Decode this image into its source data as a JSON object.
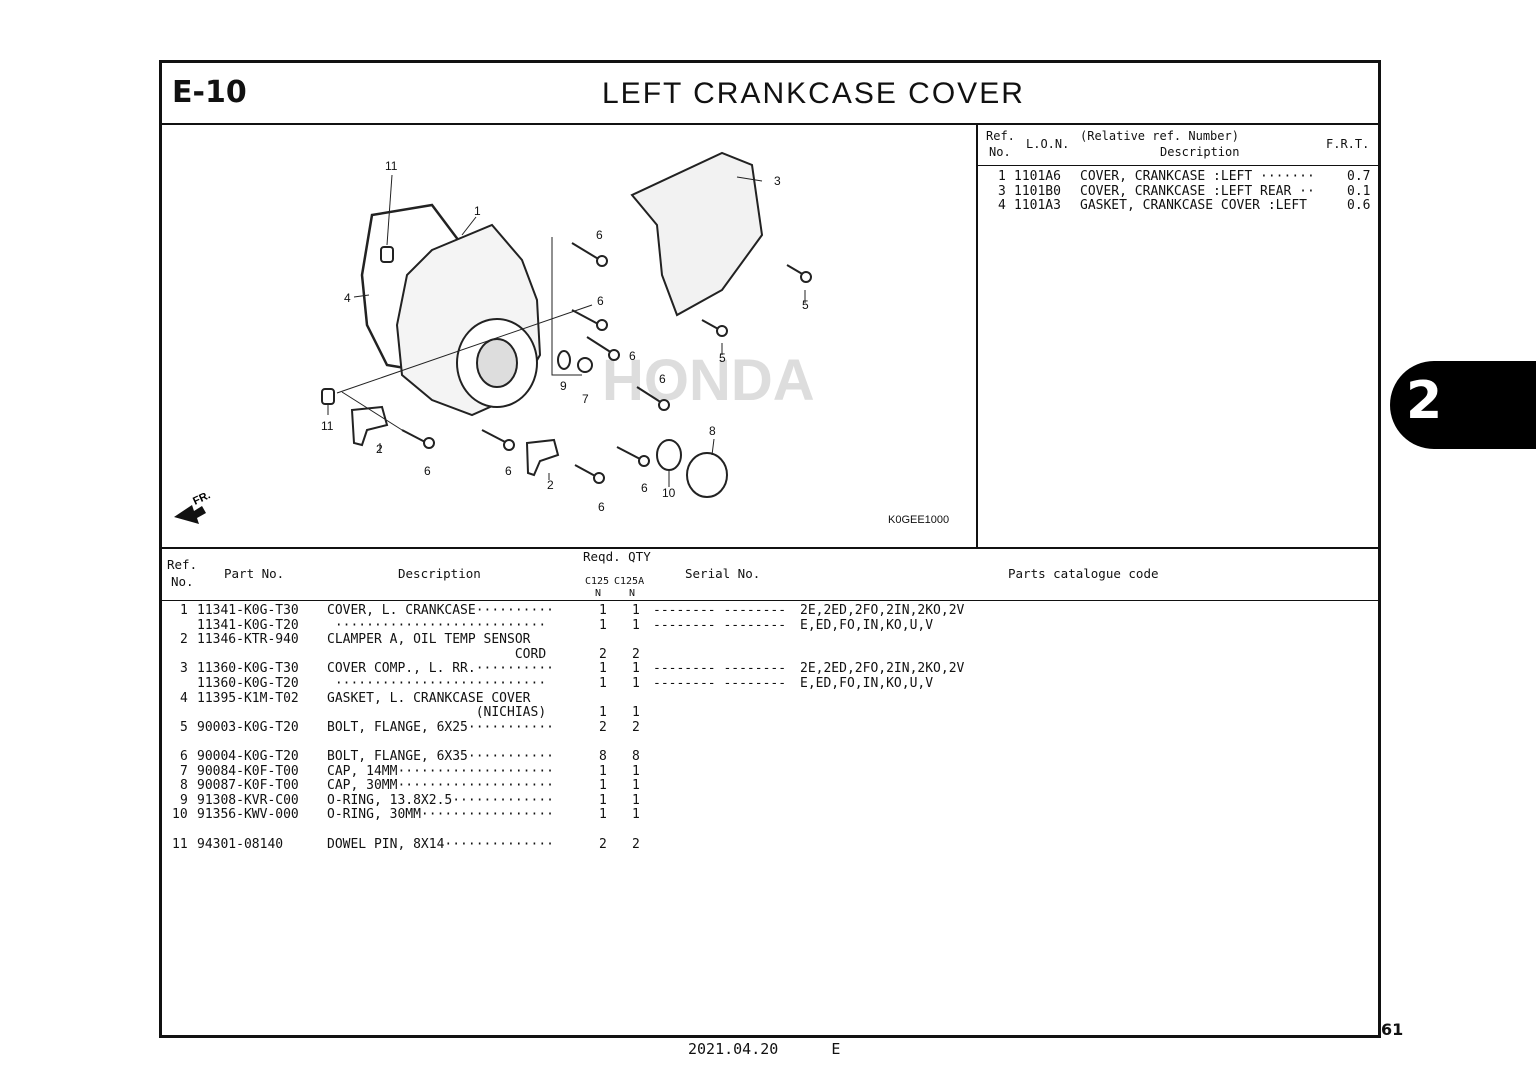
{
  "header": {
    "section_code": "E-10",
    "title": "LEFT CRANKCASE COVER"
  },
  "diagram": {
    "figure_code": "K0GEE1000",
    "front_marker": "FR.",
    "watermark": "HONDA",
    "callouts": [
      "11",
      "1",
      "3",
      "6",
      "6",
      "5",
      "4",
      "6",
      "5",
      "11",
      "9",
      "7",
      "6",
      "8",
      "2",
      "6",
      "6",
      "2",
      "6",
      "10",
      "6"
    ]
  },
  "ref_table": {
    "headers": {
      "ref": "Ref.",
      "no": "No.",
      "lon": "L.O.N.",
      "relative": "(Relative ref. Number)",
      "description": "Description",
      "frt": "F.R.T."
    },
    "rows": [
      {
        "ref": "1",
        "lon": "1101A6",
        "description": "COVER, CRANKCASE :LEFT ·······",
        "frt": "0.7"
      },
      {
        "ref": "3",
        "lon": "1101B0",
        "description": "COVER, CRANKCASE :LEFT REAR ··",
        "frt": "0.1"
      },
      {
        "ref": "4",
        "lon": "1101A3",
        "description": "GASKET, CRANKCASE COVER :LEFT",
        "frt": "0.6"
      }
    ]
  },
  "parts_table": {
    "headers": {
      "ref": "Ref.",
      "no": "No.",
      "part_no": "Part No.",
      "description": "Description",
      "reqd_qty": "Reqd. QTY",
      "model1": "C125",
      "model1_sub": "N",
      "model2": "C125A",
      "model2_sub": "N",
      "serial_no": "Serial No.",
      "catalogue_code": "Parts catalogue code"
    },
    "rows": [
      {
        "ref": "1",
        "part_no": "11341-K0G-T30",
        "description": "COVER, L. CRANKCASE··········",
        "q1": "1",
        "q2": "1",
        "serial": "-------- --------",
        "codes": "2E,2ED,2FO,2IN,2KO,2V"
      },
      {
        "ref": "",
        "part_no": "11341-K0G-T20",
        "description": " ···························",
        "q1": "1",
        "q2": "1",
        "serial": "-------- --------",
        "codes": "E,ED,FO,IN,KO,U,V"
      },
      {
        "ref": "2",
        "part_no": "11346-KTR-940",
        "description": "CLAMPER A, OIL TEMP SENSOR",
        "q1": "",
        "q2": "",
        "serial": "",
        "codes": ""
      },
      {
        "ref": "",
        "part_no": "",
        "description": "                        CORD",
        "q1": "2",
        "q2": "2",
        "serial": "",
        "codes": ""
      },
      {
        "ref": "3",
        "part_no": "11360-K0G-T30",
        "description": "COVER COMP., L. RR.··········",
        "q1": "1",
        "q2": "1",
        "serial": "-------- --------",
        "codes": "2E,2ED,2FO,2IN,2KO,2V"
      },
      {
        "ref": "",
        "part_no": "11360-K0G-T20",
        "description": " ···························",
        "q1": "1",
        "q2": "1",
        "serial": "-------- --------",
        "codes": "E,ED,FO,IN,KO,U,V"
      },
      {
        "ref": "4",
        "part_no": "11395-K1M-T02",
        "description": "GASKET, L. CRANKCASE COVER",
        "q1": "",
        "q2": "",
        "serial": "",
        "codes": ""
      },
      {
        "ref": "",
        "part_no": "",
        "description": "                   (NICHIAS)",
        "q1": "1",
        "q2": "1",
        "serial": "",
        "codes": ""
      },
      {
        "ref": "5",
        "part_no": "90003-K0G-T20",
        "description": "BOLT, FLANGE, 6X25···········",
        "q1": "2",
        "q2": "2",
        "serial": "",
        "codes": ""
      },
      {
        "ref": "6",
        "part_no": "90004-K0G-T20",
        "description": "BOLT, FLANGE, 6X35···········",
        "q1": "8",
        "q2": "8",
        "serial": "",
        "codes": ""
      },
      {
        "ref": "7",
        "part_no": "90084-K0F-T00",
        "description": "CAP, 14MM····················",
        "q1": "1",
        "q2": "1",
        "serial": "",
        "codes": ""
      },
      {
        "ref": "8",
        "part_no": "90087-K0F-T00",
        "description": "CAP, 30MM····················",
        "q1": "1",
        "q2": "1",
        "serial": "",
        "codes": ""
      },
      {
        "ref": "9",
        "part_no": "91308-KVR-C00",
        "description": "O-RING, 13.8X2.5·············",
        "q1": "1",
        "q2": "1",
        "serial": "",
        "codes": ""
      },
      {
        "ref": "10",
        "part_no": "91356-KWV-000",
        "description": "O-RING, 30MM·················",
        "q1": "1",
        "q2": "1",
        "serial": "",
        "codes": ""
      },
      {
        "ref": "11",
        "part_no": "94301-08140",
        "description": "DOWEL PIN, 8X14··············",
        "q1": "2",
        "q2": "2",
        "serial": "",
        "codes": ""
      }
    ]
  },
  "chapter_tab": "2",
  "page_number": "61",
  "footer": {
    "date": "2021.04.20",
    "edition": "E"
  }
}
